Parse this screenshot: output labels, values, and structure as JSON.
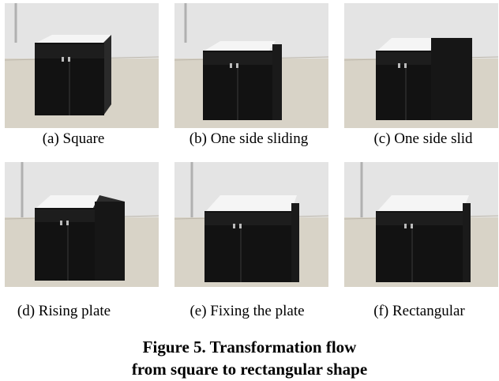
{
  "figure": {
    "caption_line1": "Figure 5. Transformation flow",
    "caption_line2": "from square to rectangular shape"
  },
  "panels": [
    {
      "id": "a",
      "label": "(a) Square",
      "state": "square"
    },
    {
      "id": "b",
      "label": "(b) One side sliding",
      "state": "sliding"
    },
    {
      "id": "c",
      "label": "(c) One side slid",
      "state": "slid"
    },
    {
      "id": "d",
      "label": "(d) Rising plate",
      "state": "rising"
    },
    {
      "id": "e",
      "label": "(e) Fixing the plate",
      "state": "fixing"
    },
    {
      "id": "f",
      "label": "(f) Rectangular",
      "state": "rectangular"
    }
  ],
  "colors": {
    "cabinet": "#141414",
    "tabletop": "#f4f4f4",
    "floor": "#d9d4c8",
    "wall": "#e6e6e6"
  }
}
